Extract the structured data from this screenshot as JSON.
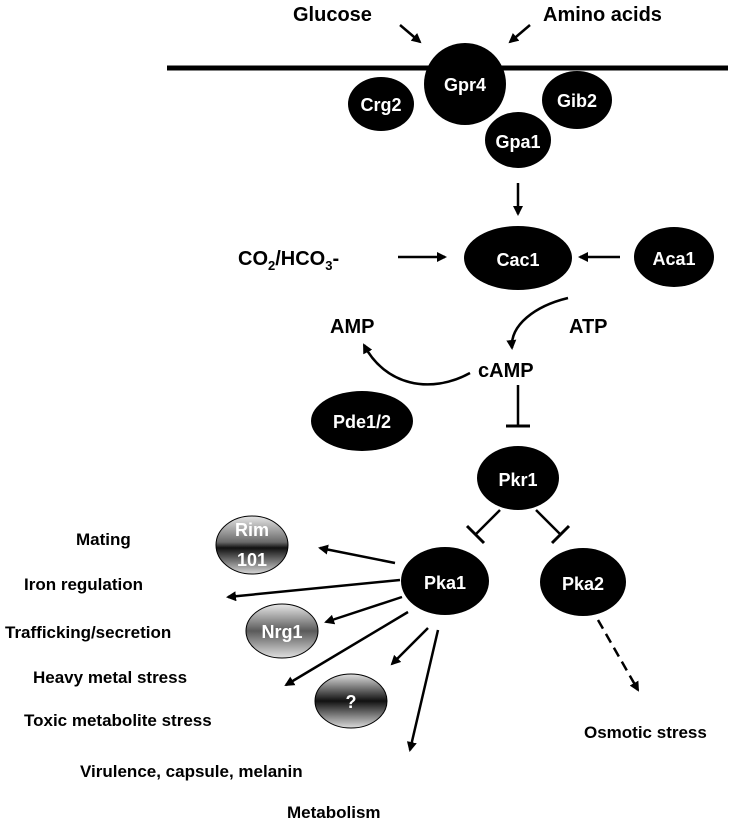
{
  "inputs": {
    "glucose": "Glucose",
    "amino_acids": "Amino acids"
  },
  "membrane_proteins": {
    "gpr4": "Gpr4",
    "crg2": "Crg2",
    "gib2": "Gib2",
    "gpa1": "Gpa1"
  },
  "cyclase": {
    "cac1": "Cac1",
    "aca1": "Aca1",
    "co2_main": "CO",
    "co2_sub": "2",
    "hco_main": "/HCO",
    "hco_sub": "3",
    "hco_suffix": "-"
  },
  "nucleotides": {
    "atp": "ATP",
    "amp": "AMP",
    "camp": "cAMP",
    "pde": "Pde1/2"
  },
  "kinases": {
    "pkr1": "Pkr1",
    "pka1": "Pka1",
    "pka2": "Pka2"
  },
  "transcription_factors": {
    "rim_line1": "Rim",
    "rim_line2": "101",
    "nrg1": "Nrg1",
    "unknown": "?"
  },
  "outputs": {
    "mating": "Mating",
    "iron": "Iron regulation",
    "trafficking": "Trafficking/secretion",
    "heavy_metal": "Heavy metal stress",
    "toxic": "Toxic metabolite stress",
    "virulence": "Virulence, capsule, melanin",
    "metabolism": "Metabolism",
    "osmotic": "Osmotic stress"
  },
  "colors": {
    "node_fill": "#000000",
    "node_text": "#ffffff",
    "gradient_light": "#e6e6e6",
    "gradient_dark": "#111111"
  }
}
